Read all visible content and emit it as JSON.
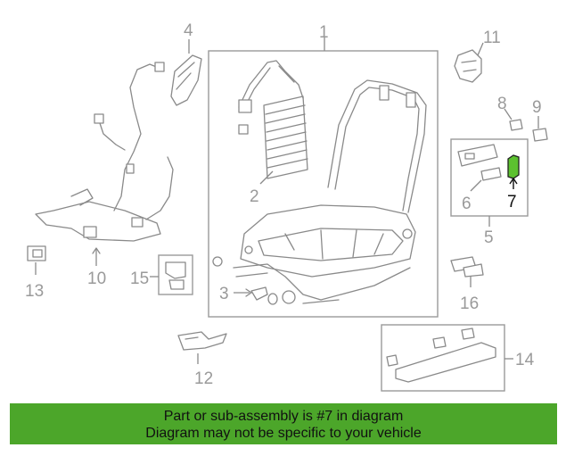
{
  "diagram": {
    "callouts": {
      "c1": "1",
      "c2": "2",
      "c3": "3",
      "c4": "4",
      "c5": "5",
      "c6": "6",
      "c7": "7",
      "c8": "8",
      "c9": "9",
      "c10": "10",
      "c11": "11",
      "c12": "12",
      "c13": "13",
      "c14": "14",
      "c15": "15",
      "c16": "16"
    },
    "highlighted_part": "7",
    "highlight_color": "#5cc12f"
  },
  "banner": {
    "line1": "Part or sub-assembly is #7 in diagram",
    "line2": "Diagram may not be specific to your vehicle",
    "background": "#4ca62a"
  }
}
